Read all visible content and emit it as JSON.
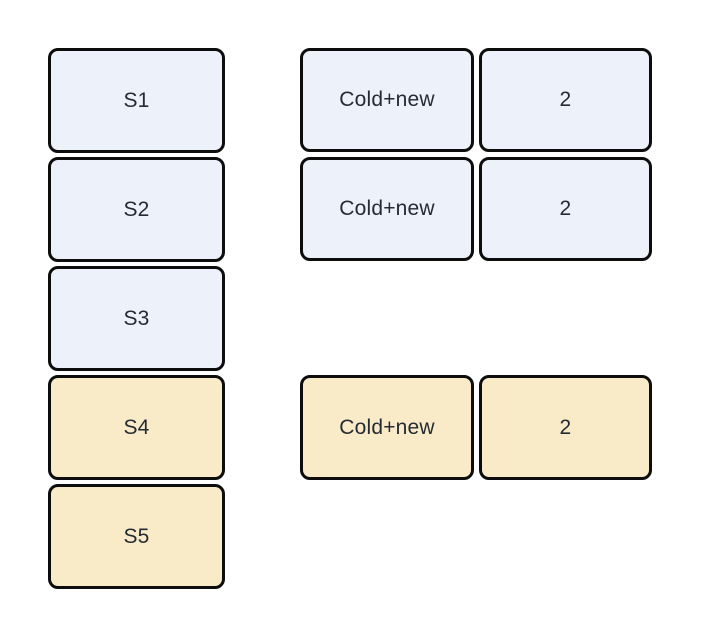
{
  "diagram": {
    "palette": {
      "canvas_bg": "#ffffff",
      "blue_fill": "#ecf1fa",
      "yellow_fill": "#faebc8",
      "border": "#0d0d0d",
      "text": "#252b33"
    },
    "left_column": {
      "nodes": [
        {
          "label": "S1",
          "color": "blue"
        },
        {
          "label": "S2",
          "color": "blue"
        },
        {
          "label": "S3",
          "color": "blue"
        },
        {
          "label": "S4",
          "color": "yellow"
        },
        {
          "label": "S5",
          "color": "yellow"
        }
      ]
    },
    "right_group_top": {
      "rows": [
        {
          "key": "Cold+new",
          "value": "2",
          "color": "blue"
        },
        {
          "key": "Cold+new",
          "value": "2",
          "color": "blue"
        }
      ]
    },
    "right_group_bottom": {
      "rows": [
        {
          "key": "Cold+new",
          "value": "2",
          "color": "yellow"
        }
      ]
    }
  }
}
